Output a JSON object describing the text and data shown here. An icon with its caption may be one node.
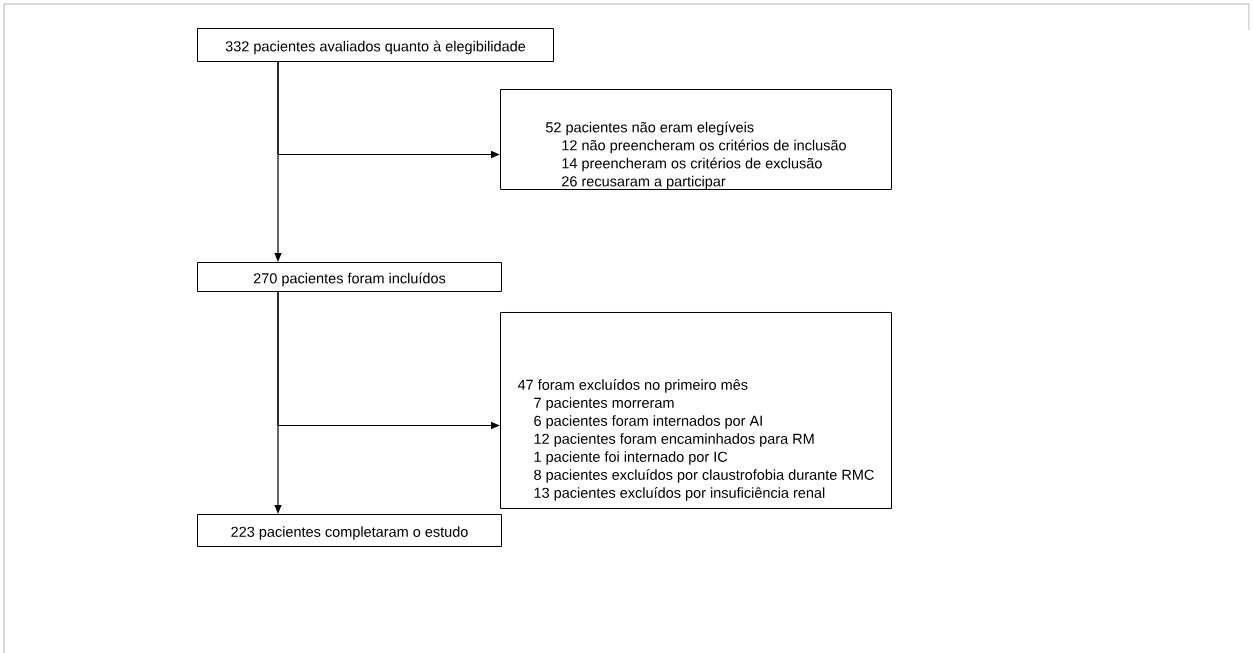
{
  "diagram": {
    "nodes": [
      {
        "text": [
          "332 pacientes avaliados quanto à elegibilidade"
        ]
      },
      {
        "text": [
          "52 pacientes não eram elegíveis",
          "12 não preencheram os critérios de inclusão",
          "14 preencheram os critérios de exclusão",
          "26 recusaram a participar"
        ]
      },
      {
        "text": [
          "270 pacientes foram incluídos"
        ]
      },
      {
        "text": [
          "47 foram excluídos no primeiro mês",
          "7 pacientes morreram",
          "6 pacientes foram internados por AI",
          "12 pacientes foram encaminhados para RM",
          "1 paciente foi internado por IC",
          "8 pacientes excluídos por claustrofobia durante RMC",
          "13 pacientes excluídos por insuficiência renal"
        ]
      },
      {
        "text": [
          "223 pacientes completaram o estudo"
        ]
      }
    ],
    "edges": [
      {
        "from": 0,
        "to": 2,
        "arrow": "to"
      },
      {
        "from": 0,
        "to": 1,
        "arrow": "to"
      },
      {
        "from": 2,
        "to": 4,
        "arrow": "to"
      },
      {
        "from": 2,
        "to": 3,
        "arrow": "to"
      }
    ]
  }
}
